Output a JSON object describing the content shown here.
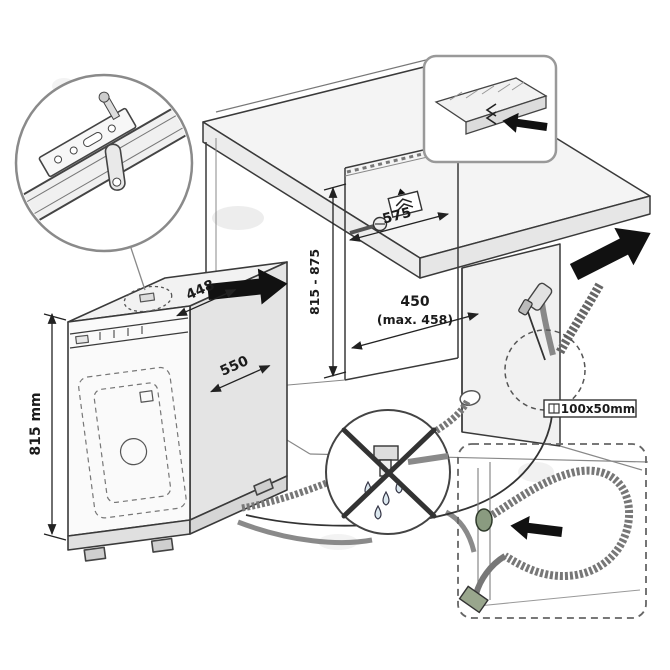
{
  "diagram": {
    "type": "built-in dishwasher installation drawing"
  },
  "labels": {
    "machine_width": "448",
    "machine_depth": "550",
    "machine_height": "815 mm",
    "niche_height_range": "815 - 875",
    "counter_depth": "575",
    "niche_width": "450",
    "niche_width_max": "(max. 458)",
    "duct_size": "100x50mm"
  },
  "colors": {
    "line": "#3a3a3a",
    "arrow": "#111111",
    "fill_light": "#f3f3f3",
    "fill_mid": "#e6e6e6",
    "fitting_green": "#8a9b80",
    "water_drop": "#dce8ef"
  }
}
